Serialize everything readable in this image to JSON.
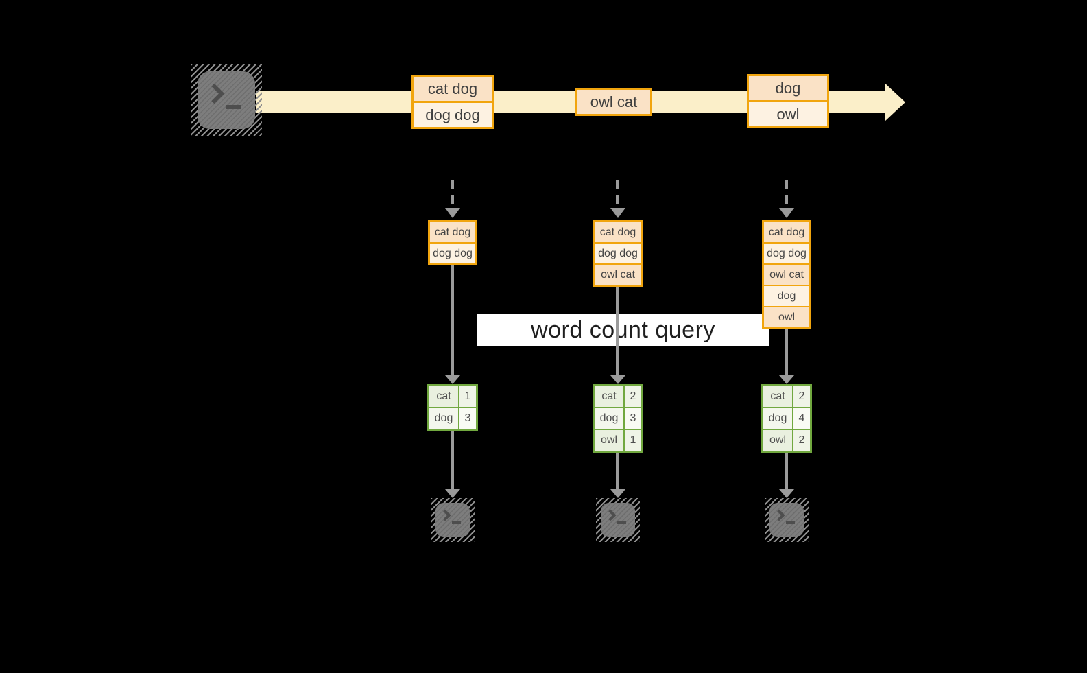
{
  "diagram": {
    "query_label": "word count query",
    "stream": {
      "source_icon": "terminal-icon",
      "batches": [
        {
          "messages": [
            "cat dog",
            "dog dog"
          ]
        },
        {
          "messages": [
            "owl cat"
          ]
        },
        {
          "messages": [
            "dog",
            "owl"
          ]
        }
      ]
    },
    "micro_batches": [
      {
        "messages": [
          "cat dog",
          "dog dog"
        ]
      },
      {
        "messages": [
          "cat dog",
          "dog dog",
          "owl cat"
        ]
      },
      {
        "messages": [
          "cat dog",
          "dog dog",
          "owl cat",
          "dog",
          "owl"
        ]
      }
    ],
    "word_counts": [
      {
        "rows": [
          [
            "cat",
            "1"
          ],
          [
            "dog",
            "3"
          ]
        ]
      },
      {
        "rows": [
          [
            "cat",
            "2"
          ],
          [
            "dog",
            "3"
          ],
          [
            "owl",
            "1"
          ]
        ]
      },
      {
        "rows": [
          [
            "cat",
            "2"
          ],
          [
            "dog",
            "4"
          ],
          [
            "owl",
            "2"
          ]
        ]
      }
    ],
    "sink_icons": [
      "terminal-icon",
      "terminal-icon",
      "terminal-icon"
    ],
    "colors": {
      "background": "#000000",
      "stream_band": "#FBEFC9",
      "box_border": "#F1A50E",
      "box_fill_dark": "#FAE2C6",
      "box_fill_light": "#FDF2E2",
      "table_border": "#71A83F",
      "table_cell_fill": "#E9F0DF",
      "table_cell_fill_alt": "#F4F7ED",
      "table_num_fill": "#EFF4E7",
      "table_num_fill_alt": "#F9FBF4",
      "arrow_gray": "#9B9B9B",
      "terminal_gray": "#7D7D7D"
    }
  }
}
